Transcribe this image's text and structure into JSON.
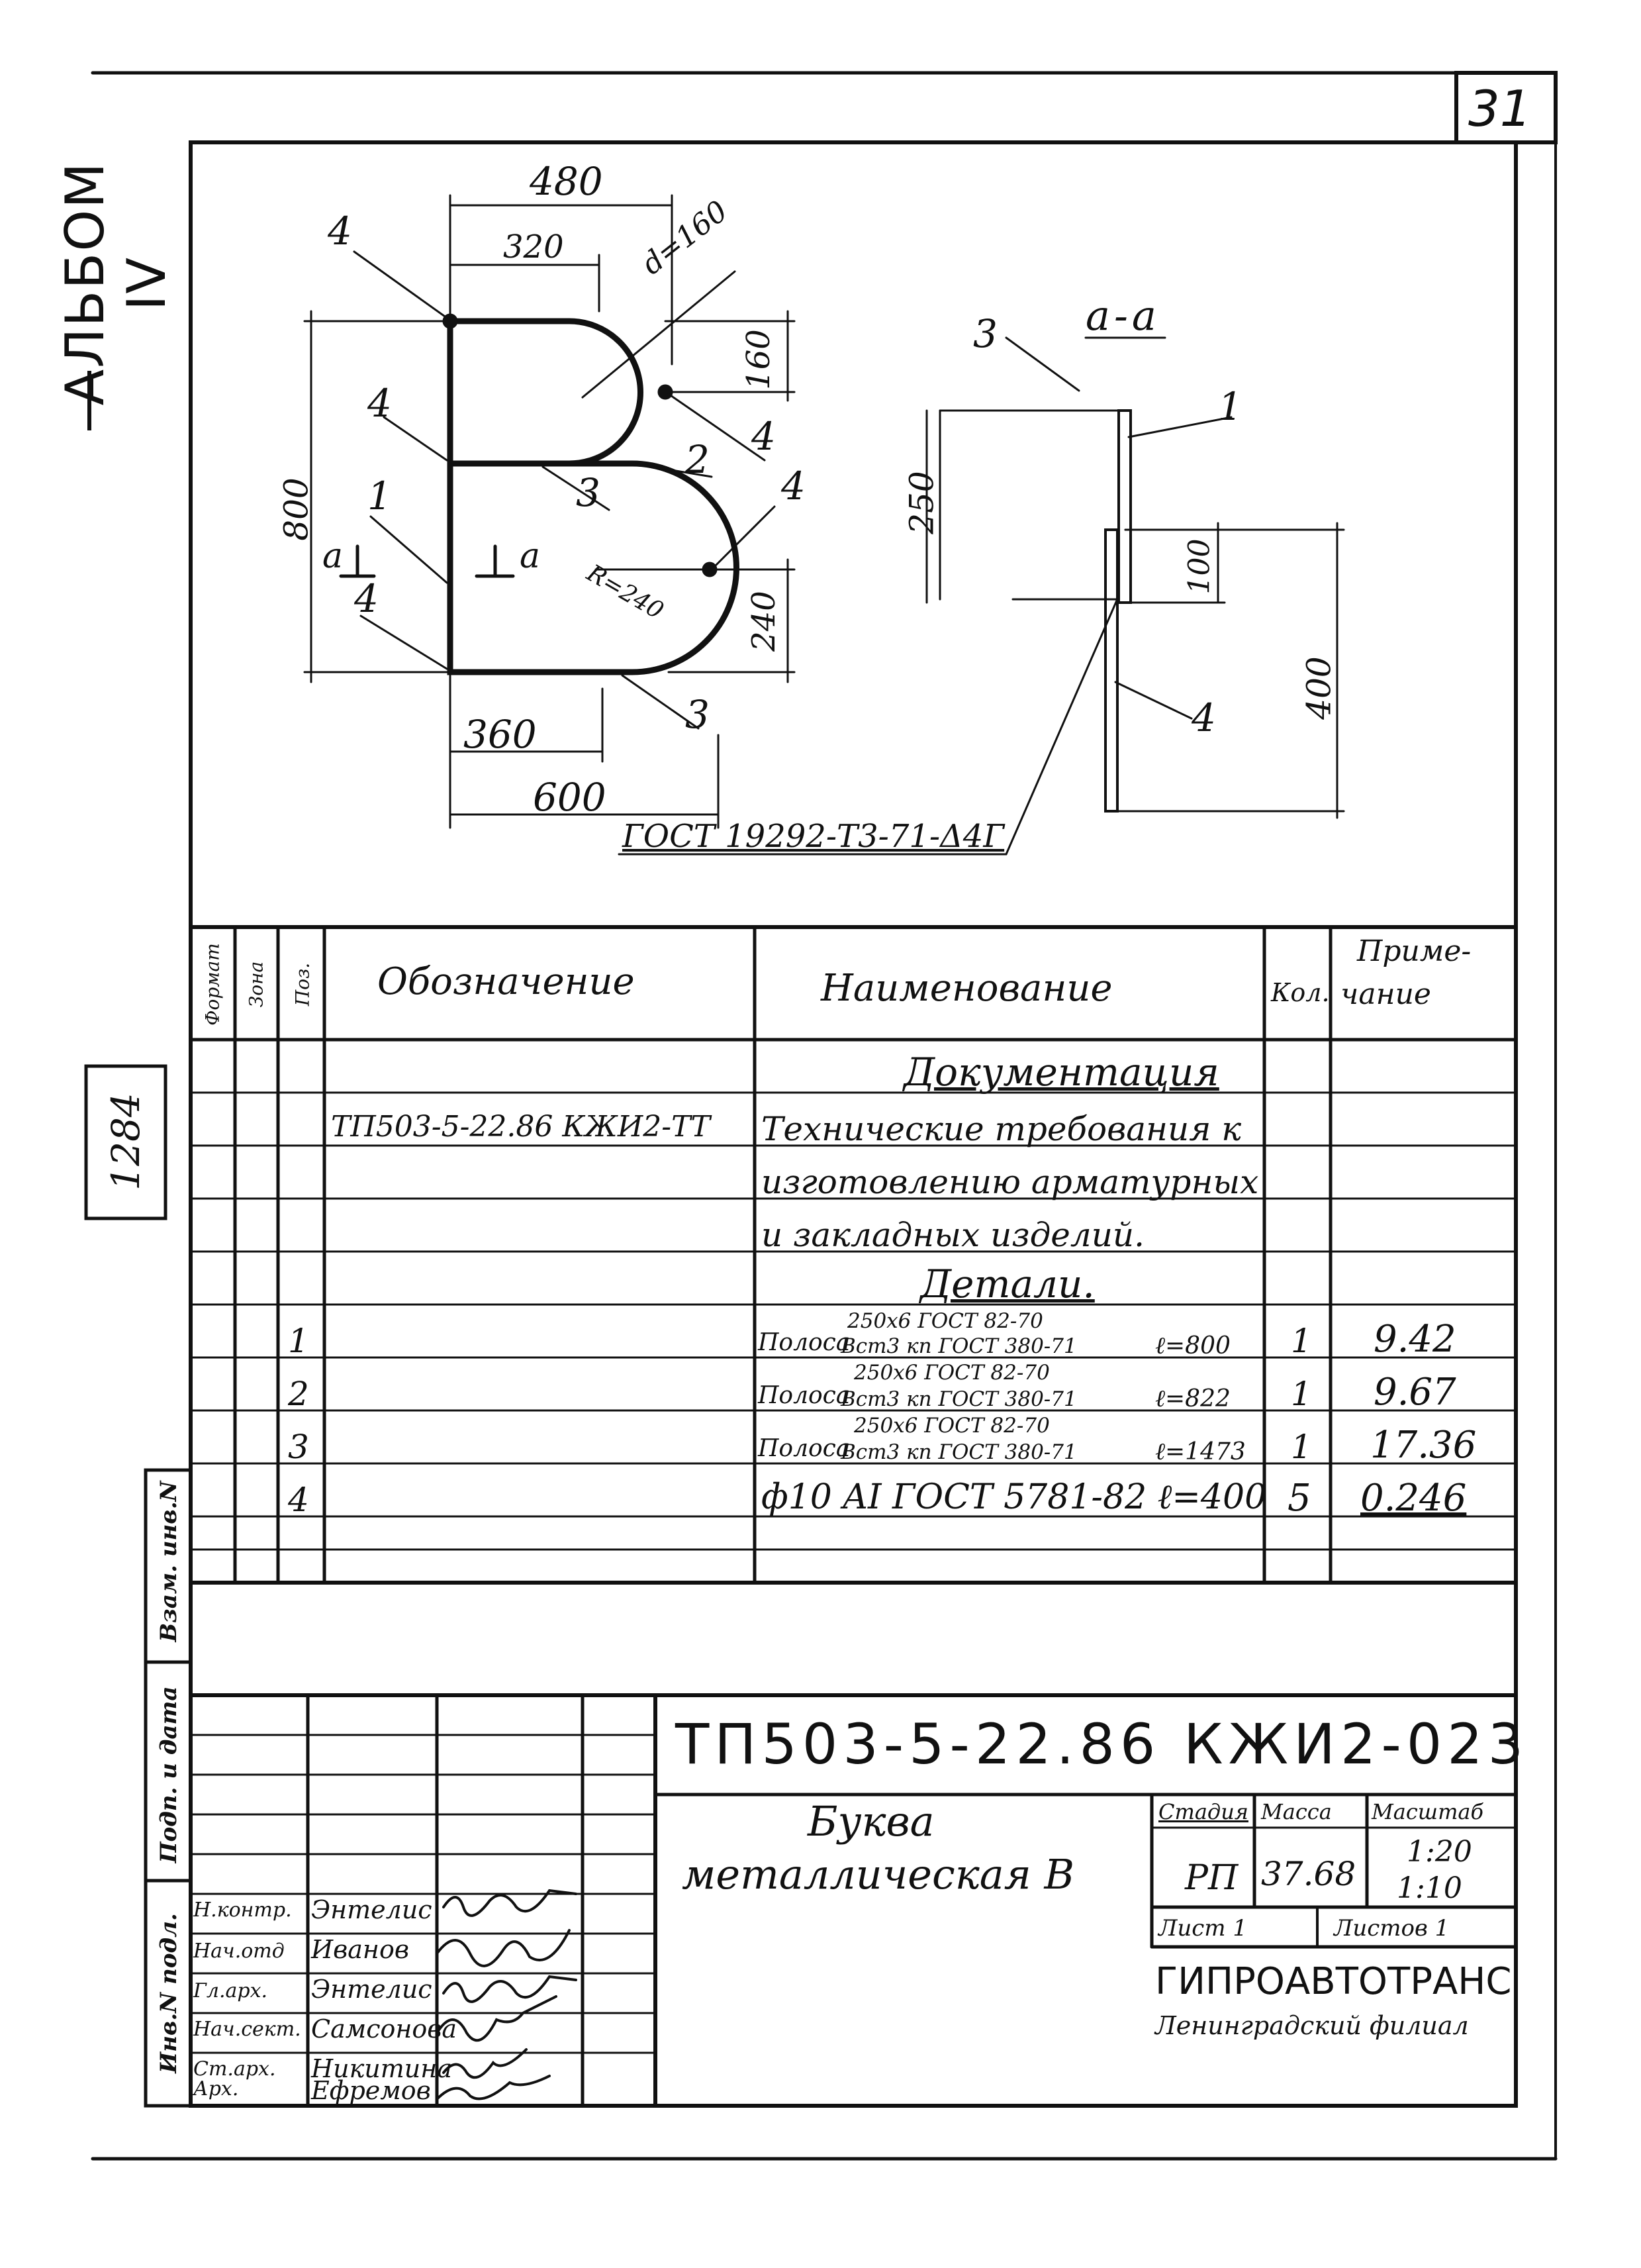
{
  "sheet": {
    "number": "31",
    "album": "АЛЬБОМ IV",
    "inventory_stamp": "1284",
    "side_labels": [
      "Взам. инв.N",
      "Подп. и дата",
      "Инв.N подл."
    ]
  },
  "drawing": {
    "dims": {
      "d480": "480",
      "d320": "320",
      "d_dia": "d=160",
      "d160": "160",
      "d800": "800",
      "d_r": "R=240",
      "d240": "240",
      "d360": "360",
      "d600": "600",
      "sec_250": "250",
      "sec_100": "100",
      "sec_400": "400"
    },
    "callouts": {
      "p4a": "4",
      "p4b": "4",
      "p4c": "4",
      "p4d": "4",
      "p4e": "4",
      "p1": "1",
      "p2": "2",
      "p3a": "3",
      "p3b": "3",
      "sec_p3": "3",
      "sec_p1": "1",
      "sec_p4": "4"
    },
    "section_marks": {
      "a_left": "a",
      "a_right": "a"
    },
    "section_title": "a-a",
    "weld_note": "ГОСТ 19292-Т3-71-Δ4Г"
  },
  "spec_table": {
    "headers": {
      "format": "Формат",
      "zone": "Зона",
      "pos": "Поз.",
      "designation": "Обозначение",
      "name": "Наименование",
      "qty": "Кол.",
      "note_line1": "Приме-",
      "note_line2": "чание"
    },
    "rows": {
      "section_doc": "Документация",
      "doc_designation": "ТП503-5-22.86 КЖИ2-ТТ",
      "doc_name_1": "Технические требования к",
      "doc_name_2": "изготовлению арматурных",
      "doc_name_3": "и закладных изделий.",
      "section_parts": "Детали."
    },
    "parts": [
      {
        "pos": "1",
        "prefix": "Полоса",
        "top": "250x6 ГОСТ 82-70",
        "bottom": "Bст3 кп ГОСТ 380-71",
        "len": "ℓ=800",
        "qty": "1",
        "note": "9.42"
      },
      {
        "pos": "2",
        "prefix": "Полоса",
        "top": "250x6 ГОСТ 82-70",
        "bottom": "Bст3 кп ГОСТ 380-71",
        "len": "ℓ=822",
        "qty": "1",
        "note": "9.67"
      },
      {
        "pos": "3",
        "prefix": "Полоса",
        "top": "250x6 ГОСТ 82-70",
        "bottom": "Bст3 кп ГОСТ 380-71",
        "len": "ℓ=1473",
        "qty": "1",
        "note": "17.36"
      },
      {
        "pos": "4",
        "prefix": "",
        "top": "",
        "bottom": "",
        "len": "ф10 AI ГОСТ 5781-82 ℓ=400",
        "qty": "5",
        "note": "0.246"
      }
    ]
  },
  "title_block": {
    "code": "ТП503-5-22.86 КЖИ2-023",
    "title_line1": "Буква",
    "title_line2": "металлическая В",
    "stage_label": "Стадия",
    "mass_label": "Масса",
    "scale_label": "Масштаб",
    "stage_value": "РП",
    "mass_value": "37.68",
    "scale_value_1": "1:20",
    "scale_value_2": "1:10",
    "sheet_label": "Лист 1",
    "sheets_label": "Листов 1",
    "org": "ГИПРОАВТОТРАНС",
    "branch": "Ленинградский филиал",
    "signers": [
      {
        "role": "Н.контр.",
        "name": "Энтелис"
      },
      {
        "role": "Нач.отд",
        "name": "Иванов"
      },
      {
        "role": "Гл.арх.",
        "name": "Энтелис"
      },
      {
        "role": "Нач.сект.",
        "name": "Самсонова"
      },
      {
        "role": "Ст.арх.",
        "name": "Никитина"
      },
      {
        "role": "Арх.",
        "name": "Ефремов"
      }
    ]
  }
}
